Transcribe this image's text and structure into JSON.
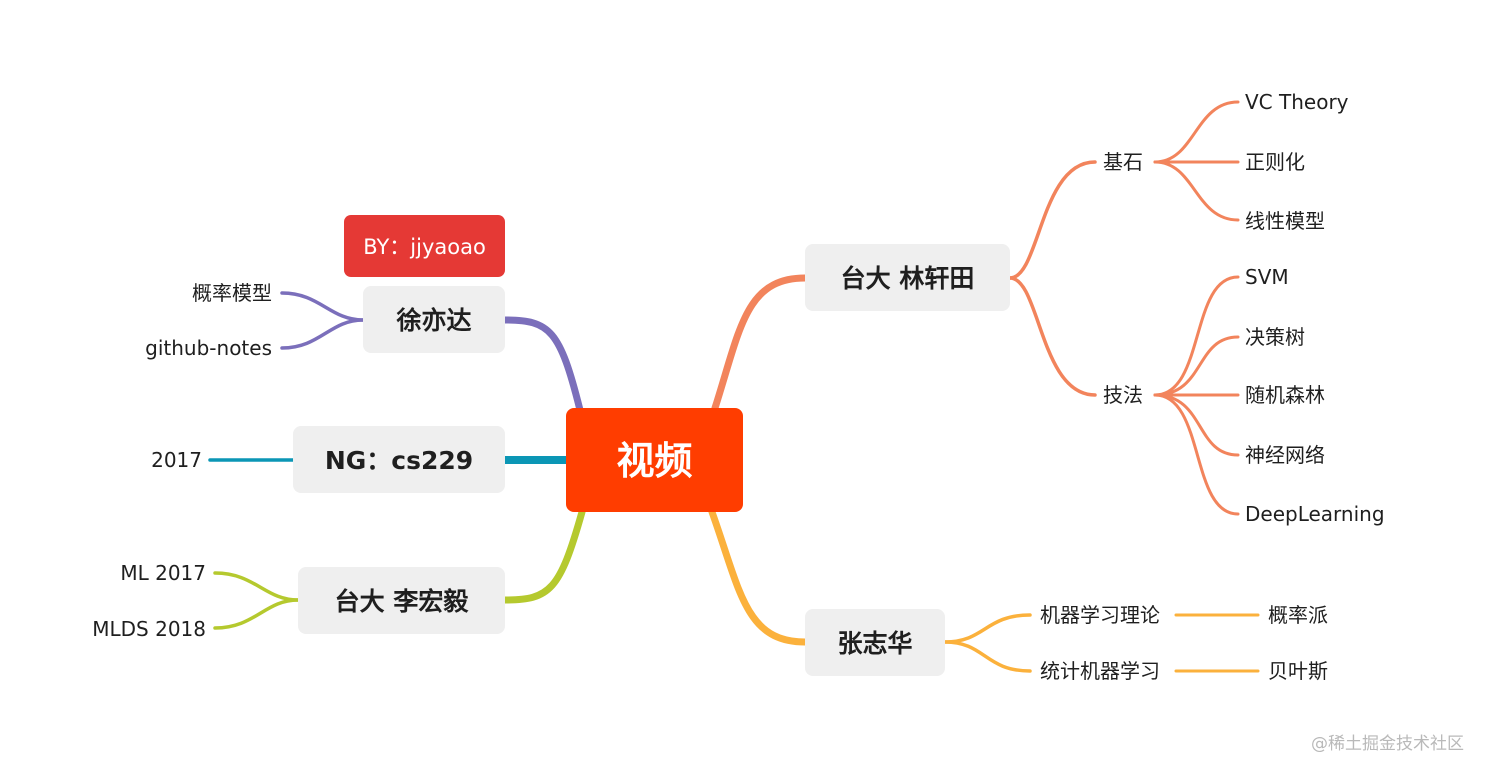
{
  "mindmap": {
    "center": {
      "label": "视频",
      "color": "#ff3d00"
    },
    "badge": {
      "label": "BY：jjyaoao",
      "color": "#e53935"
    },
    "branches": [
      {
        "label": "台大 林轩田",
        "color": "#f2845c",
        "children": [
          {
            "label": "基石",
            "children": [
              {
                "label": "VC Theory"
              },
              {
                "label": "正则化"
              },
              {
                "label": "线性模型"
              }
            ]
          },
          {
            "label": "技法",
            "children": [
              {
                "label": "SVM"
              },
              {
                "label": "决策树"
              },
              {
                "label": "随机森林"
              },
              {
                "label": "神经网络"
              },
              {
                "label": "DeepLearning"
              }
            ]
          }
        ]
      },
      {
        "label": "张志华",
        "color": "#fbb13c",
        "children": [
          {
            "label": "机器学习理论",
            "children": [
              {
                "label": "概率派"
              }
            ]
          },
          {
            "label": "统计机器学习",
            "children": [
              {
                "label": "贝叶斯"
              }
            ]
          }
        ]
      },
      {
        "label": "徐亦达",
        "color": "#7b6fbb",
        "children": [
          {
            "label": "概率模型"
          },
          {
            "label": "github-notes"
          }
        ]
      },
      {
        "label": "NG：cs229",
        "color": "#0b96b5",
        "children": [
          {
            "label": "2017"
          }
        ]
      },
      {
        "label": "台大 李宏毅",
        "color": "#b5c92e",
        "children": [
          {
            "label": "ML 2017"
          },
          {
            "label": "MLDS 2018"
          }
        ]
      }
    ],
    "node_fill": "#efefef"
  },
  "watermark": {
    "label": "@稀土掘金技术社区"
  }
}
